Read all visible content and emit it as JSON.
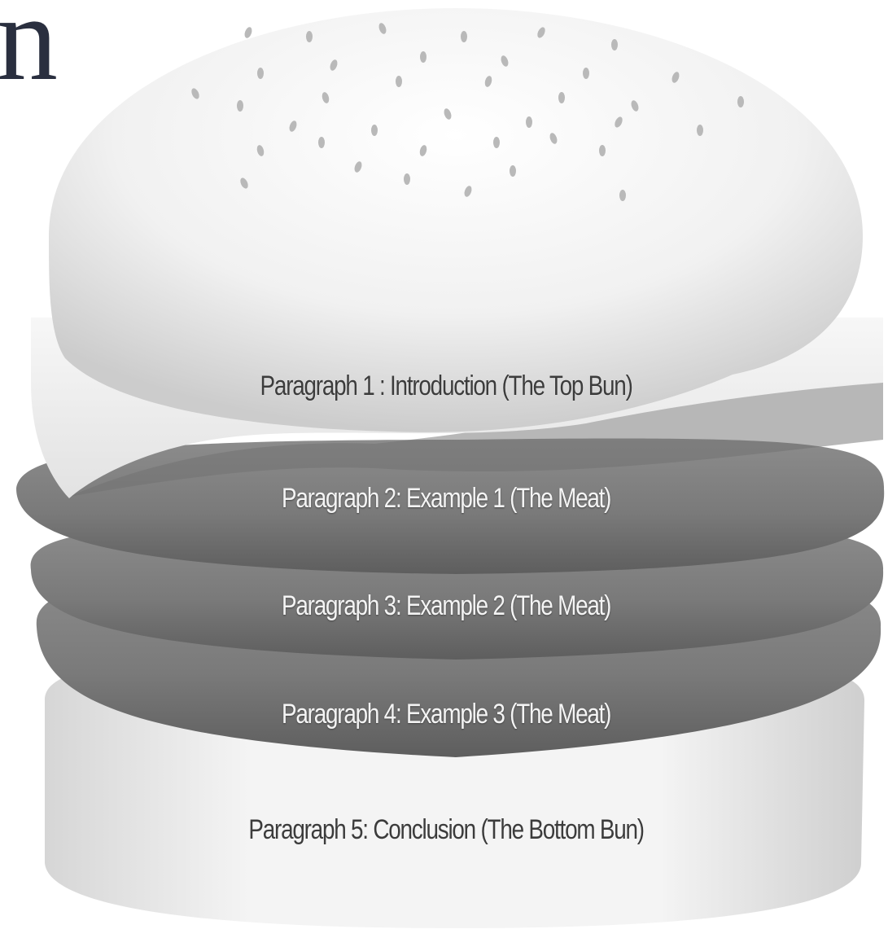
{
  "title_fragment": "n",
  "layers": [
    {
      "id": "top-bun",
      "label": "Paragraph 1 : Introduction (The Top Bun)"
    },
    {
      "id": "meat-1",
      "label": "Paragraph 2: Example 1 (The Meat)"
    },
    {
      "id": "meat-2",
      "label": "Paragraph 3: Example 2 (The Meat)"
    },
    {
      "id": "meat-3",
      "label": "Paragraph 4: Example 3 (The Meat)"
    },
    {
      "id": "bottom-bun",
      "label": "Paragraph 5: Conclusion (The Bottom Bun)"
    }
  ],
  "colors": {
    "bun": "#f2f2f2",
    "bun_shadow": "#cfcfcf",
    "meat": "#7a7a7a",
    "meat_dark": "#5a5a5a",
    "title": "#2a2f3f"
  }
}
